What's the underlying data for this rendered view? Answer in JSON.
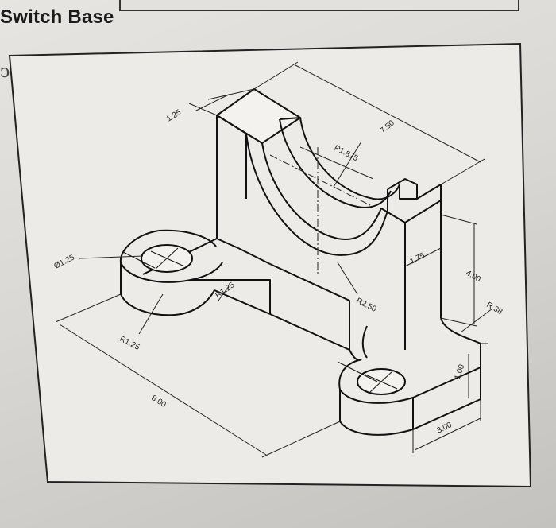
{
  "page": {
    "title": "Switch Base",
    "side_mark": "ↄ"
  },
  "dimensions": {
    "top_width": "1.25",
    "overall_length": "7.50",
    "arc_radius_inner": "R1.875",
    "slot_width": "1.75",
    "height": "4.00",
    "fillet_radius_right": "R.38",
    "arc_radius_outer": "R2.50",
    "hole_diameter": "Ø1.25",
    "boss_radius_left": "R1.25",
    "fillet_radius_left": "R1.25",
    "base_length": "8.00",
    "base_height": "1.00",
    "base_width": "3.00"
  }
}
